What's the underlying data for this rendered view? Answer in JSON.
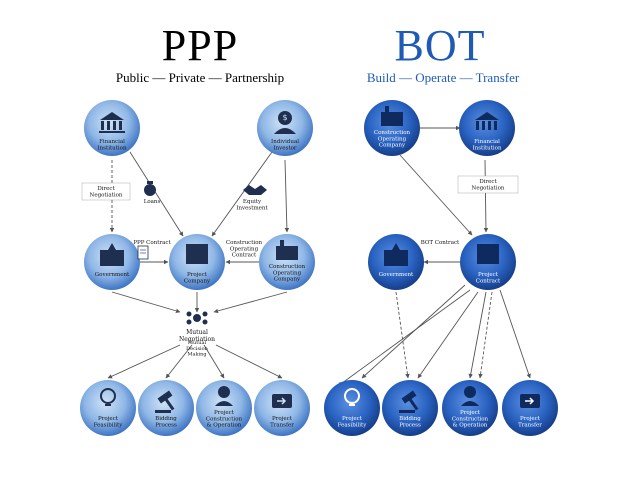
{
  "ppp": {
    "title": "PPP",
    "subtitle": "Public — Private — Partnership",
    "nodes": {
      "financial": "Financial Institution",
      "individual": "Individual Investor",
      "government": "Government",
      "project": "Project Company",
      "construction": "Construction Operating Company",
      "feasibility": "Project Feasibility",
      "bidding": "Bidding Process",
      "construction_op": "Project Construction & Operation",
      "transfer": "Project Transfer"
    },
    "labels": {
      "direct": "Direct Negotiation",
      "loans": "Loans",
      "equity": "Equity Investment",
      "ppp_contract": "PPP Contract",
      "coc_contract": "Construction Operating Contract",
      "mutual": "Mutual Negotiation",
      "mutual_sub": "Mutual Decision Making"
    }
  },
  "bot": {
    "title": "BOT",
    "subtitle": "Build — Operate — Transfer",
    "nodes": {
      "construction": "Construction Operating Company",
      "financial": "Financial Institution",
      "government": "Government",
      "project": "Project Contract",
      "feasibility": "Project Feasibility",
      "bidding": "Bidding Process",
      "construction_op": "Project Construction & Operation",
      "transfer": "Project Transfer"
    },
    "labels": {
      "direct": "Direct Negotiation",
      "contract": "BOT Contract"
    }
  },
  "colors": {
    "ppp_node": "#8fb7e6",
    "ppp_node_dark": "#3f75c4",
    "bot_node": "#2a63c2",
    "bot_node_dark": "#163e8a",
    "bot_text": "#1f5bb5",
    "arrow": "#555555"
  }
}
